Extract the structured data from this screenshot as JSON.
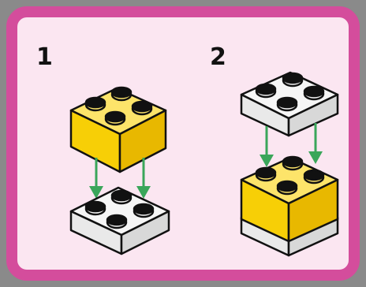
{
  "steps": [
    {
      "number": "1"
    },
    {
      "number": "2"
    }
  ],
  "colors": {
    "frame": "#d44d9c",
    "background": "#fbe6f1",
    "brick_yellow": "#f7cf06",
    "brick_white": "#f1f1f1",
    "arrow": "#3aa65a",
    "outline": "#111111"
  },
  "icons": [
    "yellow-brick-2x2",
    "white-plate-2x2",
    "arrow-down-icon"
  ]
}
